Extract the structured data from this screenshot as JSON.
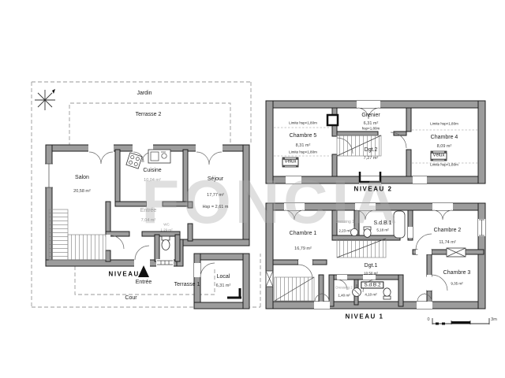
{
  "watermark": "FONCIA",
  "plans": {
    "niveau0": {
      "title": "NIVEAU 0",
      "labels": {
        "jardin": "Jardin",
        "terrasse2": "Terrasse 2",
        "terrasse1": "Terrasse 1",
        "cour": "Cour",
        "entree_door": "Entrée"
      },
      "rooms": {
        "salon": {
          "name": "Salon",
          "area": "20,58 m²"
        },
        "cuisine": {
          "name": "Cuisine",
          "area": "10,04 m²"
        },
        "sejour": {
          "name": "Séjour",
          "area": "17,77 m²",
          "note": "Hsp = 2,61 m"
        },
        "entree": {
          "name": "Entrée",
          "area": "7,04 m²"
        },
        "wc": {
          "name": "WC",
          "area": "1,29 m²"
        },
        "local": {
          "name": "Local",
          "area": "6,31 m²"
        }
      }
    },
    "niveau2": {
      "title": "NIVEAU 2",
      "limit_note": "Limite hsp<1,80m",
      "rooms": {
        "chambre5": {
          "name": "Chambre 5",
          "area": "8,31 m²",
          "velux": "Vélux"
        },
        "grenier": {
          "name": "Grenier",
          "area": "6,31 m²",
          "note": "hsp<1,80m"
        },
        "dgt2": {
          "name": "Dgt.2",
          "area": "7,27 m²"
        },
        "chambre4": {
          "name": "Chambre 4",
          "area": "8,09 m²",
          "velux": "Vélux"
        }
      }
    },
    "niveau1": {
      "title": "NIVEAU 1",
      "rooms": {
        "chambre1": {
          "name": "Chambre 1",
          "area": "16,79 m²"
        },
        "dressing1": {
          "name": "Dressing 1",
          "area": "2,23 m²"
        },
        "sdb1": {
          "name": "S.d.B.1",
          "area": "5,18 m²"
        },
        "chambre2": {
          "name": "Chambre 2",
          "area": "11,74 m²"
        },
        "dgt1": {
          "name": "Dgt.1",
          "area": "10,50 m²"
        },
        "dressing2": {
          "name": "Dressing 2",
          "area": "1,40 m²"
        },
        "sdb2": {
          "name": "S.d.B.2",
          "area": "4,10 m²"
        },
        "chambre3": {
          "name": "Chambre 3",
          "area": "9,35 m²"
        }
      },
      "scale": {
        "start": "0",
        "end": "3m"
      }
    }
  },
  "colors": {
    "wall": "#9c9c9c",
    "wall_edge": "#1f1f1f",
    "text": "#1c1c1c",
    "muted": "#9b9b9b",
    "watermark": "#d9d9d9"
  }
}
